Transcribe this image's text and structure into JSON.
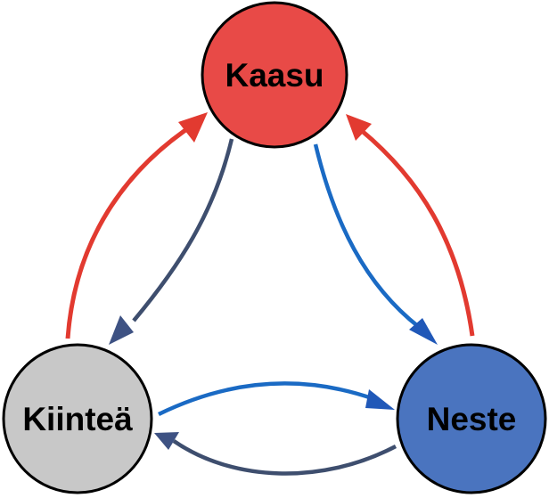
{
  "diagram": {
    "type": "state-cycle",
    "nodes": [
      {
        "id": "gas",
        "label": "Kaasu",
        "fill": "#e84a47"
      },
      {
        "id": "solid",
        "label": "Kiinteä",
        "fill": "#c8c8c8"
      },
      {
        "id": "liquid",
        "label": "Neste",
        "fill": "#4a74bf"
      }
    ],
    "edges": [
      {
        "id": "solid-to-gas",
        "from": "solid",
        "to": "gas",
        "color": "#e23a30"
      },
      {
        "id": "gas-to-solid",
        "from": "gas",
        "to": "solid",
        "color": "#3e4e6e"
      },
      {
        "id": "gas-to-liquid",
        "from": "gas",
        "to": "liquid",
        "color": "#1a6ac4"
      },
      {
        "id": "liquid-to-gas",
        "from": "liquid",
        "to": "gas",
        "color": "#e23a30"
      },
      {
        "id": "solid-to-liquid",
        "from": "solid",
        "to": "liquid",
        "color": "#1a6ac4"
      },
      {
        "id": "liquid-to-solid",
        "from": "liquid",
        "to": "solid",
        "color": "#3e4e6e"
      }
    ]
  }
}
